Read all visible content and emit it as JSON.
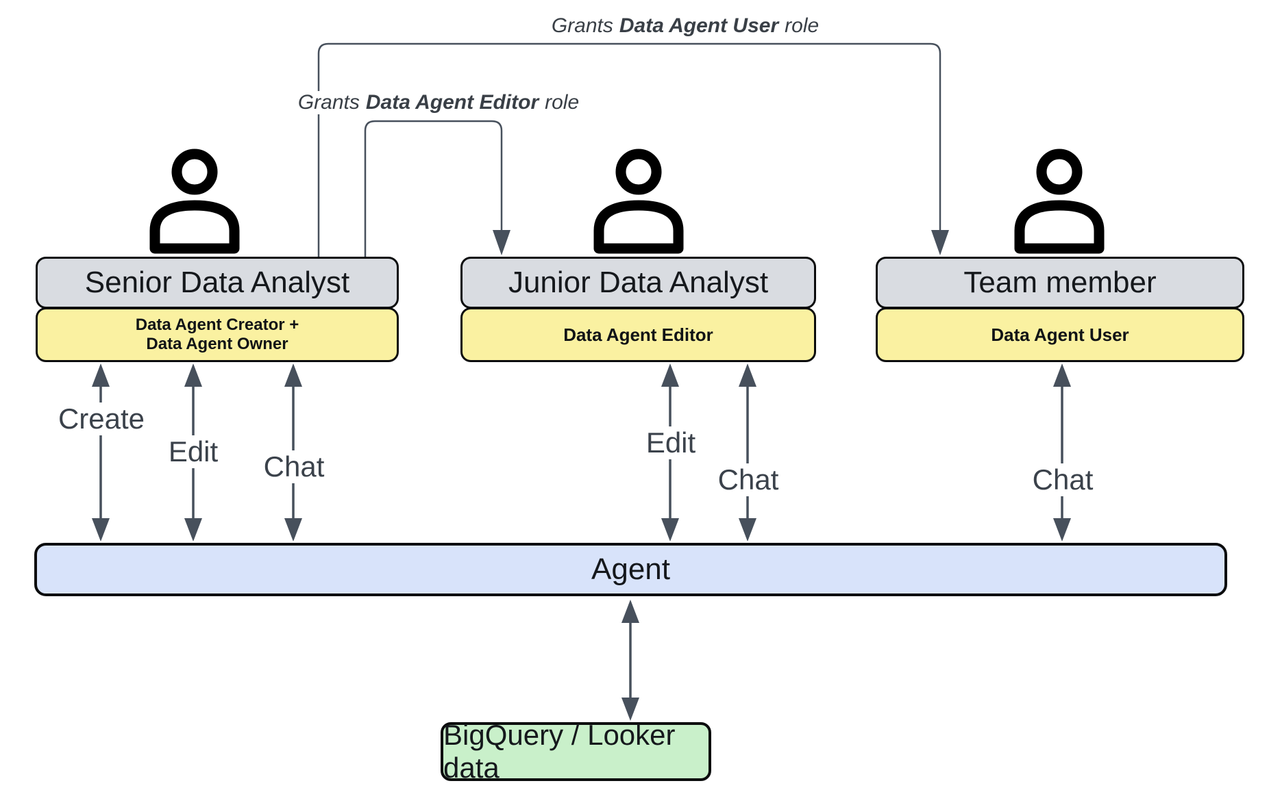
{
  "grants": {
    "user": {
      "prefix": "Grants",
      "bold": "Data Agent User",
      "suffix": "role"
    },
    "editor": {
      "prefix": "Grants",
      "bold": "Data Agent Editor",
      "suffix": "role"
    }
  },
  "actors": [
    {
      "name": "Senior Data Analyst",
      "role_lines": [
        "Data Agent Creator +",
        "Data Agent Owner"
      ],
      "actions": [
        "Create",
        "Edit",
        "Chat"
      ]
    },
    {
      "name": "Junior Data Analyst",
      "role_lines": [
        "Data Agent Editor"
      ],
      "actions": [
        "Edit",
        "Chat"
      ]
    },
    {
      "name": "Team member",
      "role_lines": [
        "Data Agent User"
      ],
      "actions": [
        "Chat"
      ]
    }
  ],
  "agent": {
    "label": "Agent"
  },
  "datastore": {
    "label": "BigQuery / Looker data"
  },
  "colors": {
    "actor_box": "#d9dce1",
    "role_box": "#faf1a1",
    "agent_bar": "#d8e3fa",
    "datastore_box": "#c9f0ca",
    "arrow": "#47505c",
    "border": "#0b0c0d"
  }
}
